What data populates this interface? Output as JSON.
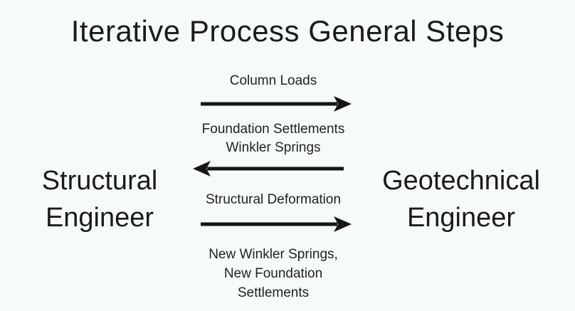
{
  "title": "Iterative Process General Steps",
  "actors": {
    "left": {
      "lines": [
        "Structural",
        "Engineer"
      ]
    },
    "right": {
      "lines": [
        "Geotechnical",
        "Engineer"
      ]
    }
  },
  "flows": [
    {
      "direction": "right",
      "labels_above": [
        "Column Loads"
      ],
      "labels_below": []
    },
    {
      "direction": "left",
      "labels_above": [
        "Foundation Settlements",
        "Winkler Springs"
      ],
      "labels_below": []
    },
    {
      "direction": "right",
      "labels_above": [
        "Structural Deformation"
      ],
      "labels_below": [
        "New Winkler Springs,",
        "New Foundation",
        "Settlements"
      ]
    }
  ],
  "colors": {
    "background": "#f7fafa",
    "text": "#1d1d1d",
    "arrow": "#161616"
  }
}
